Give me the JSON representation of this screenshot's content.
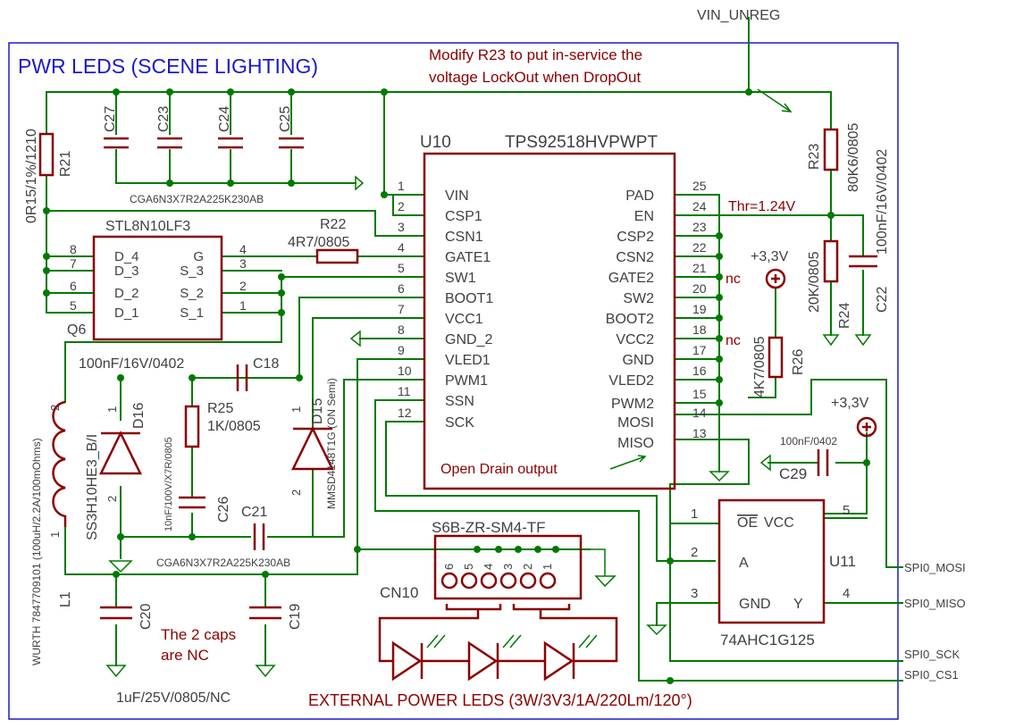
{
  "title": "PWR LEDS (SCENE LIGHTING)",
  "note_r23": [
    "Modify R23 to put in-service the",
    "voltage LockOut when DropOut"
  ],
  "net_vin": "VIN_UNREG",
  "u10": {
    "ref": "U10",
    "part": "TPS92518HVPWPT",
    "left_pins": [
      {
        "num": "1",
        "name": "VIN"
      },
      {
        "num": "2",
        "name": "CSP1"
      },
      {
        "num": "3",
        "name": "CSN1"
      },
      {
        "num": "4",
        "name": "GATE1"
      },
      {
        "num": "5",
        "name": "SW1"
      },
      {
        "num": "6",
        "name": "BOOT1"
      },
      {
        "num": "7",
        "name": "VCC1"
      },
      {
        "num": "8",
        "name": "GND_2"
      },
      {
        "num": "9",
        "name": "VLED1"
      },
      {
        "num": "10",
        "name": "PWM1"
      },
      {
        "num": "11",
        "name": "SSN"
      },
      {
        "num": "12",
        "name": "SCK"
      }
    ],
    "right_pins": [
      {
        "num": "25",
        "name": "PAD"
      },
      {
        "num": "24",
        "name": "EN"
      },
      {
        "num": "23",
        "name": "CSP2"
      },
      {
        "num": "22",
        "name": "CSN2"
      },
      {
        "num": "21",
        "name": "GATE2"
      },
      {
        "num": "20",
        "name": "SW2"
      },
      {
        "num": "19",
        "name": "BOOT2"
      },
      {
        "num": "18",
        "name": "VCC2"
      },
      {
        "num": "17",
        "name": "GND"
      },
      {
        "num": "16",
        "name": "VLED2"
      },
      {
        "num": "15",
        "name": "PWM2"
      },
      {
        "num": "14",
        "name": "MOSI"
      },
      {
        "num": "13",
        "name": "MISO"
      }
    ],
    "note": "Open Drain output"
  },
  "q6": {
    "ref": "Q6",
    "part": "STL8N10LF3",
    "left": [
      {
        "num": "8",
        "name": "D_4"
      },
      {
        "num": "7",
        "name": "D_3"
      },
      {
        "num": "6",
        "name": "D_2"
      },
      {
        "num": "5",
        "name": "D_1"
      }
    ],
    "right": [
      {
        "num": "4",
        "name": "G"
      },
      {
        "num": "3",
        "name": "S_3"
      },
      {
        "num": "2",
        "name": "S_2"
      },
      {
        "num": "1",
        "name": "S_1"
      }
    ]
  },
  "caps_top": {
    "refs": [
      "C27",
      "C23",
      "C24",
      "C25"
    ],
    "part": "CGA6N3X7R2A225K230AB"
  },
  "r21": {
    "ref": "R21",
    "value": "0R15/1%/1210"
  },
  "r22": {
    "ref": "R22",
    "value": "4R7/0805"
  },
  "r23": {
    "ref": "R23",
    "value": "80K6/0805"
  },
  "r24": {
    "ref": "R24",
    "value": "20K/0805"
  },
  "c22": {
    "ref": "C22",
    "value": "100nF/16V/0402"
  },
  "thr": "Thr=1.24V",
  "nc": "nc",
  "supply": "+3,3V",
  "r26": {
    "ref": "R26",
    "value": "4K7/0805"
  },
  "c18": {
    "ref": "C18",
    "value": "100nF/16V/0402"
  },
  "r25": {
    "ref": "R25",
    "value": "1K/0805"
  },
  "d16": {
    "ref": "D16",
    "part": "SS3H10HE3_B/I"
  },
  "d15": {
    "ref": "D15",
    "part": "MMSD4148T1G (ON Semi)"
  },
  "c26": {
    "ref": "C26",
    "value": "10nF/100V/X7R/0805"
  },
  "c21": {
    "ref": "C21",
    "part": "CGA6N3X7R2A225K230AB"
  },
  "l1": {
    "ref": "L1",
    "part": "WURTH 7847709101 (100uH/2.2A/100mOhms)"
  },
  "c20": {
    "ref": "C20"
  },
  "c19": {
    "ref": "C19"
  },
  "caps_note": [
    "The 2 caps",
    "are NC"
  ],
  "caps_value": "1uF/25V/0805/NC",
  "cn10": {
    "ref": "CN10",
    "part": "S6B-ZR-SM4-TF",
    "pins": [
      "6",
      "5",
      "4",
      "3",
      "2",
      "1"
    ]
  },
  "leds_label": "EXTERNAL POWER LEDS (3W/3V3/1A/220Lm/120°)",
  "c29": {
    "ref": "C29",
    "value": "100nF/0402"
  },
  "u11": {
    "ref": "U11",
    "part": "74AHC1G125",
    "pins": {
      "p1": "1",
      "p2": "2",
      "p3": "3",
      "p4": "4",
      "p5": "5"
    },
    "names": {
      "oe": "OE",
      "vcc": "VCC",
      "a": "A",
      "gnd": "GND",
      "y": "Y"
    }
  },
  "nets": {
    "mosi": "SPI0_MOSI",
    "miso": "SPI0_MISO",
    "sck": "SPI0_SCK",
    "cs1": "SPI0_CS1"
  },
  "diode_pins": {
    "one": "1",
    "two": "2"
  },
  "colors": {
    "wire": "#007a00",
    "component": "#8b0000",
    "frame": "#1a1acc",
    "text": "#404040"
  }
}
